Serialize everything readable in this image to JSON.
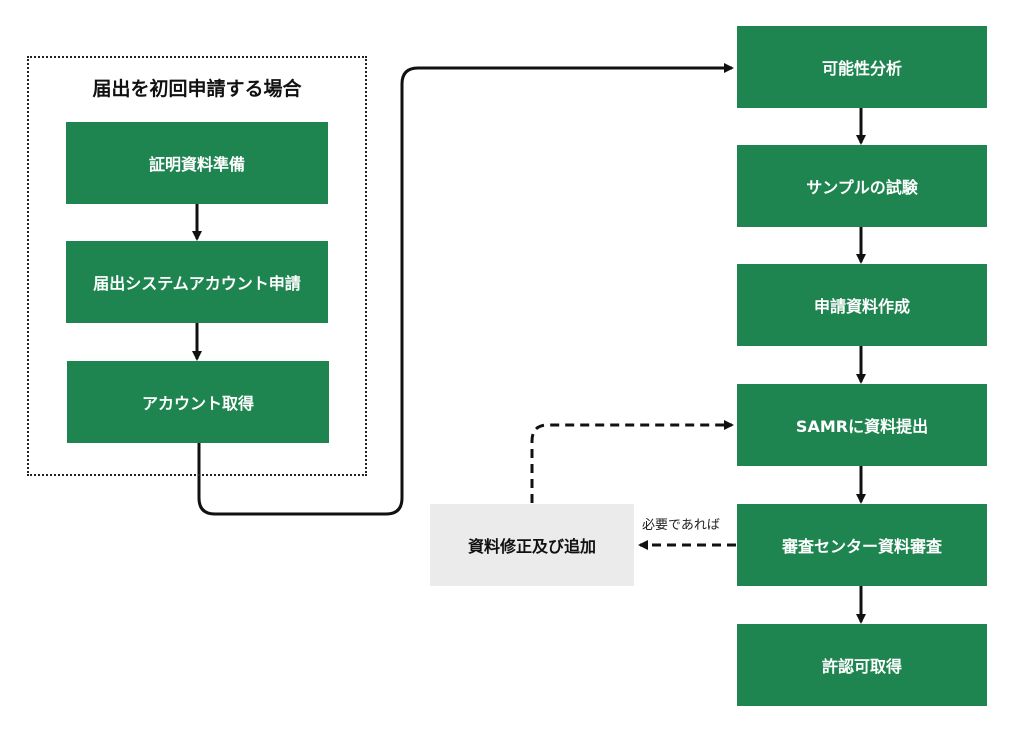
{
  "group": {
    "title": "届出を初回申請する場合",
    "steps": [
      "証明資料準備",
      "届出システムアカウント申請",
      "アカウント取得"
    ]
  },
  "main_flow": {
    "steps": [
      "可能性分析",
      "サンプルの試験",
      "申請資料作成",
      "SAMRに資料提出",
      "審査センター資料審査",
      "許認可取得"
    ]
  },
  "revision": {
    "label": "資料修正及び追加",
    "condition": "必要であれば"
  },
  "colors": {
    "step_fill": "#1e8450",
    "revision_fill": "#ebebeb",
    "connector": "#111111"
  }
}
